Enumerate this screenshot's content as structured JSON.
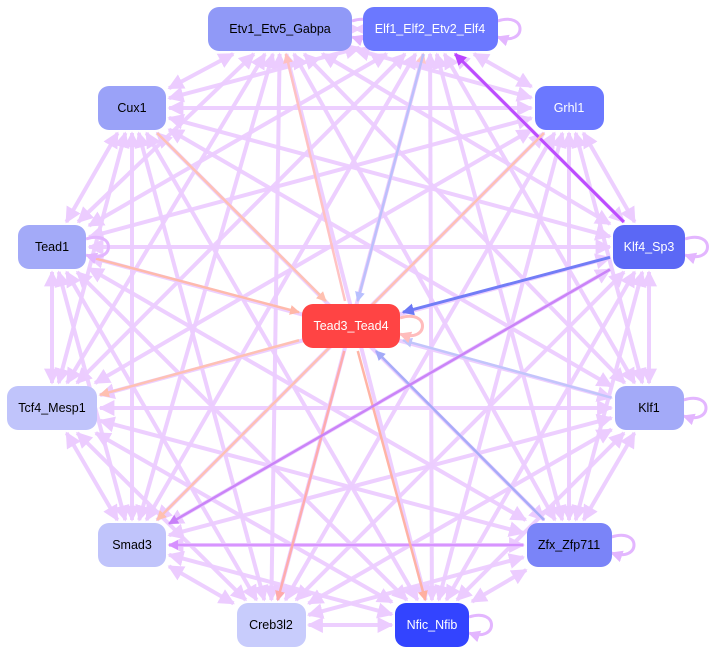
{
  "graph": {
    "nodes": [
      {
        "id": "etv1",
        "label": "Etv1_Etv5_Gabpa",
        "color": "#9099f7",
        "text": "#000000"
      },
      {
        "id": "elf1",
        "label": "Elf1_Elf2_Etv2_Elf4",
        "color": "#6b78ff",
        "text": "#ffffff"
      },
      {
        "id": "grhl1",
        "label": "Grhl1",
        "color": "#6b78ff",
        "text": "#ffffff"
      },
      {
        "id": "cux1",
        "label": "Cux1",
        "color": "#9aa2f8",
        "text": "#000000"
      },
      {
        "id": "tead1",
        "label": "Tead1",
        "color": "#a3aaf8",
        "text": "#000000"
      },
      {
        "id": "klf4",
        "label": "Klf4_Sp3",
        "color": "#5b68f5",
        "text": "#ffffff"
      },
      {
        "id": "tead3",
        "label": "Tead3_Tead4",
        "color": "#ff4444",
        "text": "#ffffff"
      },
      {
        "id": "tcf4",
        "label": "Tcf4_Mesp1",
        "color": "#c0c4fb",
        "text": "#000000"
      },
      {
        "id": "klf1",
        "label": "Klf1",
        "color": "#a3aaf8",
        "text": "#000000"
      },
      {
        "id": "smad3",
        "label": "Smad3",
        "color": "#c0c4fb",
        "text": "#000000"
      },
      {
        "id": "zfx",
        "label": "Zfx_Zfp711",
        "color": "#7a84f8",
        "text": "#000000"
      },
      {
        "id": "creb3l2",
        "label": "Creb3l2",
        "color": "#c8ccfc",
        "text": "#000000"
      },
      {
        "id": "nfic",
        "label": "Nfic_Nfib",
        "color": "#3344ff",
        "text": "#ffffff"
      }
    ],
    "default_edge_color": "#ecccff",
    "highlight_edges": [
      {
        "from": "klf4",
        "to": "tead3",
        "color": "#6b78f5"
      },
      {
        "from": "klf4",
        "to": "elf1",
        "color": "#bb44ff"
      },
      {
        "from": "zfx",
        "to": "smad3",
        "color": "#d690ff"
      },
      {
        "from": "klf1",
        "to": "tead3",
        "color": "#c0c4fb"
      },
      {
        "from": "zfx",
        "to": "tead3",
        "color": "#a3aaf8"
      },
      {
        "from": "tead3",
        "to": "creb3l2",
        "color": "#ffaaaa"
      },
      {
        "from": "tead3",
        "to": "etv1",
        "color": "#ffc0c0"
      },
      {
        "from": "tead3",
        "to": "elf1",
        "color": "#ffc8c8"
      },
      {
        "from": "elf1",
        "to": "tead3",
        "color": "#b8c0ff"
      },
      {
        "from": "cux1",
        "to": "tead3",
        "color": "#ffc0b0"
      },
      {
        "from": "tead1",
        "to": "tead3",
        "color": "#ffb8a8"
      },
      {
        "from": "tead3",
        "to": "tcf4",
        "color": "#ffc0b0"
      },
      {
        "from": "tead3",
        "to": "nfic",
        "color": "#ffb0a0"
      },
      {
        "from": "grhl1",
        "to": "smad3",
        "color": "#ffc0b0"
      },
      {
        "from": "klf4",
        "to": "smad3",
        "color": "#c880f8"
      }
    ],
    "self_loops": [
      "etv1",
      "elf1",
      "klf4",
      "klf1",
      "zfx",
      "nfic",
      "tead3",
      "tead1"
    ]
  }
}
